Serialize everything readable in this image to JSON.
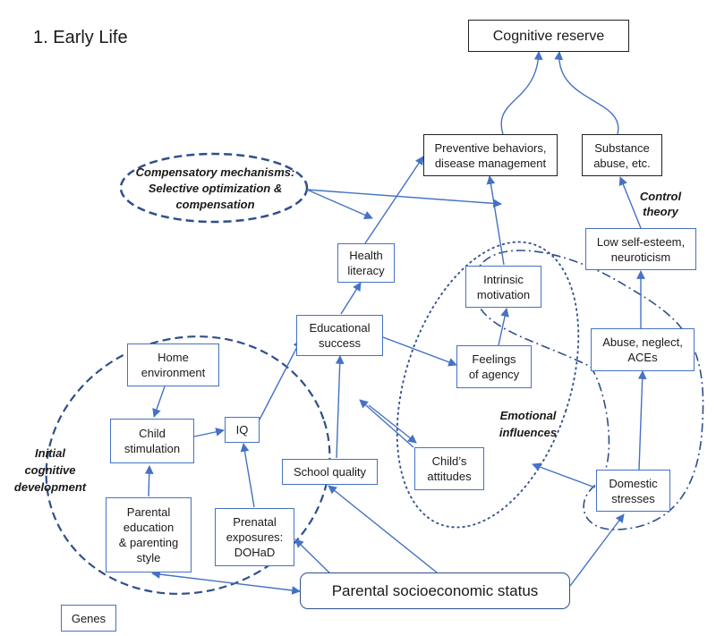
{
  "title": "1. Early Life",
  "nodes": {
    "cognitive_reserve": "Cognitive reserve",
    "preventive": "Preventive behaviors,\ndisease management",
    "substance": "Substance\nabuse, etc.",
    "health_literacy": "Health\nliteracy",
    "intrinsic": "Intrinsic\nmotivation",
    "low_self_esteem": "Low self-esteem,\nneuroticism",
    "educational_success": "Educational\nsuccess",
    "home_environment": "Home\nenvironment",
    "feelings_agency": "Feelings\nof agency",
    "abuse": "Abuse, neglect,\nACEs",
    "child_stimulation": "Child\nstimulation",
    "iq": "IQ",
    "school_quality": "School quality",
    "childs_attitudes": "Child’s\nattitudes",
    "domestic": "Domestic\nstresses",
    "parental_education": "Parental\neducation\n& parenting\nstyle",
    "prenatal": "Prenatal\nexposures:\nDOHaD",
    "parental_ses": "Parental socioeconomic status",
    "genes": "Genes"
  },
  "labels": {
    "compensatory": "Compensatory mechanisms:\nSelective optimization &\ncompensation",
    "control_theory": "Control\ntheory",
    "initial_cognitive": "Initial\ncognitive\ndevelopment",
    "emotional": "Emotional\ninfluences"
  },
  "colors": {
    "accent": "#4472c4",
    "box_border_black": "#222222"
  }
}
